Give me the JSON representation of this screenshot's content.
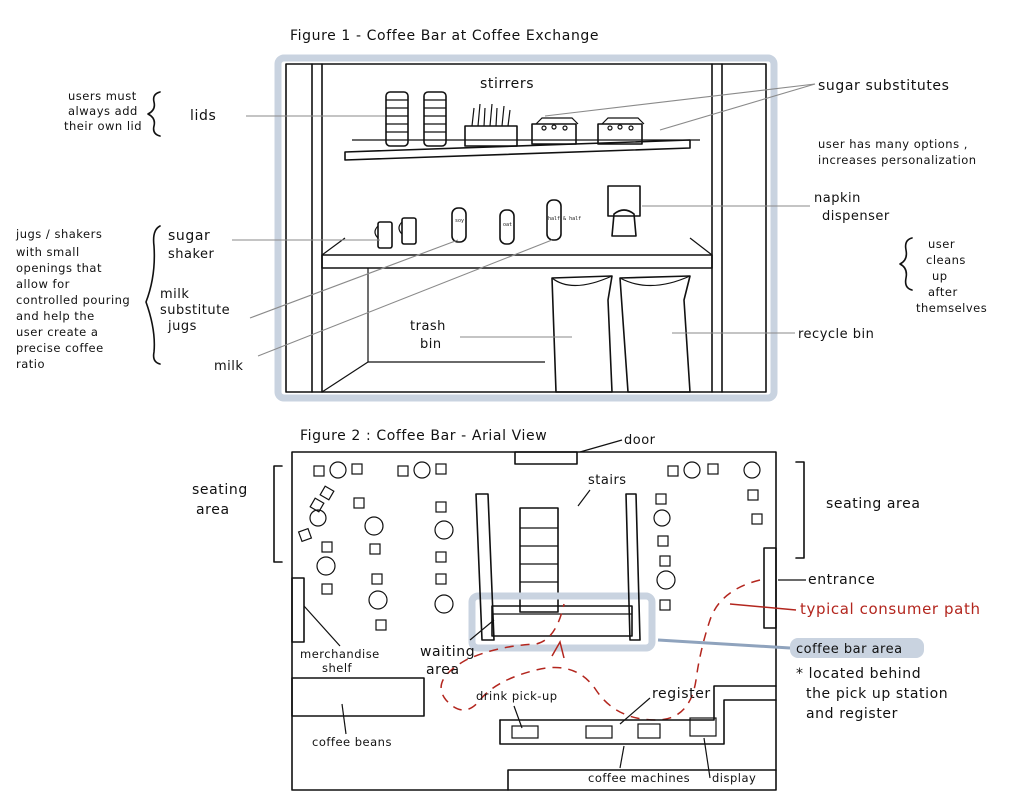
{
  "figure1": {
    "title": "Figure 1 - Coffee Bar at Coffee Exchange",
    "labels": {
      "stirrers": "stirrers",
      "sugar_substitutes": "sugar substitutes",
      "options_note_1": "user has many options ,",
      "options_note_2": "increases personalization",
      "lids_note_1": "users must",
      "lids_note_2": "always add",
      "lids_note_3": "their own lid",
      "lids": "lids",
      "napkin_1": "napkin",
      "napkin_2": "dispenser",
      "clean_1": "user",
      "clean_2": "cleans",
      "clean_3": "up",
      "clean_4": "after",
      "clean_5": "themselves",
      "jugs_1": "jugs / shakers",
      "jugs_2": "with small",
      "jugs_3": "openings that",
      "jugs_4": "allow for",
      "jugs_5": "controlled pouring",
      "jugs_6": "and help the",
      "jugs_7": "user create a",
      "jugs_8": "precise coffee",
      "jugs_9": "ratio",
      "sugar_shaker_1": "sugar",
      "sugar_shaker_2": "shaker",
      "milk_sub_1": "milk",
      "milk_sub_2": "substitute",
      "milk_sub_3": "jugs",
      "milk": "milk",
      "trash_1": "trash",
      "trash_2": "bin",
      "recycle": "recycle bin",
      "jug_label_1": "soy",
      "jug_label_2": "oat",
      "jug_label_3": "half & half"
    },
    "colors": {
      "frame_highlight": "#c9d3e0",
      "ink": "#111111"
    }
  },
  "figure2": {
    "title": "Figure 2 :  Coffee Bar - Arial View",
    "labels": {
      "door": "door",
      "stairs": "stairs",
      "seating_left_1": "seating",
      "seating_left_2": "area",
      "seating_right": "seating area",
      "entrance": "entrance",
      "path": "typical consumer path",
      "bar_area": "coffee bar area",
      "bar_note_1": "* located behind",
      "bar_note_2": "the pick up station",
      "bar_note_3": "and register",
      "merch_1": "merchandise",
      "merch_2": "shelf",
      "waiting_1": "waiting",
      "waiting_2": "area",
      "pickup": "drink pick-up",
      "register": "register",
      "beans": "coffee beans",
      "machines": "coffee machines",
      "display": "display"
    },
    "colors": {
      "bar_highlight": "#c9d3e0",
      "path": "#b3261e"
    }
  }
}
